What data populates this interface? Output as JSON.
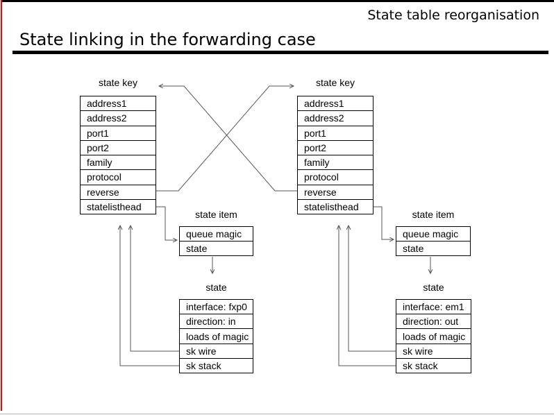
{
  "page": {
    "header_right": "State table reorganisation",
    "title": "State linking in the forwarding case"
  },
  "colors": {
    "accent_red": "#ff0000",
    "line_color": "#555555",
    "border_color": "#000000"
  },
  "diagram": {
    "state_key_left": {
      "label": "state key",
      "rows": [
        "address1",
        "address2",
        "port1",
        "port2",
        "family",
        "protocol",
        "reverse",
        "statelisthead"
      ]
    },
    "state_key_right": {
      "label": "state key",
      "rows": [
        "address1",
        "address2",
        "port1",
        "port2",
        "family",
        "protocol",
        "reverse",
        "statelisthead"
      ]
    },
    "state_item_left": {
      "label": "state item",
      "rows": [
        "queue magic",
        "state"
      ]
    },
    "state_item_right": {
      "label": "state item",
      "rows": [
        "queue magic",
        "state"
      ]
    },
    "state_left": {
      "label": "state",
      "rows": [
        "interface: fxp0",
        "direction: in",
        "loads of magic",
        "sk wire",
        "sk stack"
      ]
    },
    "state_right": {
      "label": "state",
      "rows": [
        "interface: em1",
        "direction: out",
        "loads of magic",
        "sk wire",
        "sk stack"
      ]
    },
    "connections": [
      "left reverse -> right state key",
      "right reverse -> left state key",
      "left statelisthead -> left state item",
      "right statelisthead -> right state item",
      "left state item state -> left state",
      "right state item state -> right state",
      "left sk wire -> left state key bottom",
      "left sk stack -> left state key bottom",
      "right sk wire -> right state key bottom",
      "right sk stack -> right state key bottom"
    ]
  }
}
